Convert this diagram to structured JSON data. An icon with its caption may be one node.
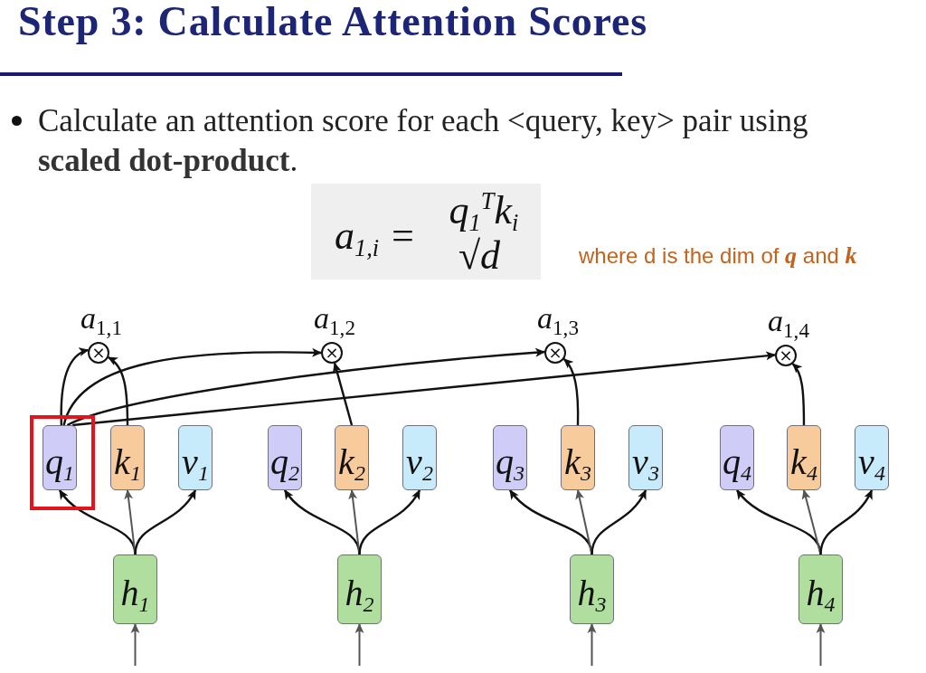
{
  "diagram": {
    "title": "Step 3: Calculate Attention Scores",
    "nodes": [
      {
        "text": [
          "a$_{1,i}$ =",
          "q$_{1}$$^{T}$k$_{i}$",
          "√d"
        ]
      },
      {
        "text": [
          "×"
        ],
        "beside": [
          "*a*$_{1,1}$"
        ]
      },
      {
        "text": [
          "×"
        ],
        "beside": [
          "*a*$_{1,2}$"
        ]
      },
      {
        "text": [
          "×"
        ],
        "beside": [
          "*a*$_{1,3}$"
        ]
      },
      {
        "text": [
          "×"
        ],
        "beside": [
          "*a*$_{1,4}$"
        ]
      },
      {
        "text": [],
        "shape": "box"
      },
      {
        "text": [
          "q$_{1}$"
        ],
        "in": 5
      },
      {
        "text": [
          "k$_{1}$"
        ]
      },
      {
        "text": [
          "v$_{1}$"
        ]
      },
      {
        "text": [
          "q$_{2}$"
        ]
      },
      {
        "text": [
          "k$_{2}$"
        ]
      },
      {
        "text": [
          "v$_{2}$"
        ]
      },
      {
        "text": [
          "q$_{3}$"
        ]
      },
      {
        "text": [
          "k$_{3}$"
        ]
      },
      {
        "text": [
          "v$_{3}$"
        ]
      },
      {
        "text": [
          "q$_{4}$"
        ]
      },
      {
        "text": [
          "k$_{4}$"
        ]
      },
      {
        "text": [
          "v$_{4}$"
        ]
      },
      {
        "text": [
          "h$_{1}$"
        ]
      },
      {
        "text": [
          "h$_{2}$"
        ]
      },
      {
        "text": [
          "h$_{3}$"
        ]
      },
      {
        "text": [
          "h$_{4}$"
        ]
      }
    ],
    "edges": [
      {
        "from": 6,
        "to": 1,
        "arrow": "to"
      },
      {
        "from": 7,
        "to": 1,
        "arrow": "to"
      },
      {
        "from": 6,
        "to": 2,
        "arrow": "to"
      },
      {
        "from": 10,
        "to": 2,
        "arrow": "to"
      },
      {
        "from": 6,
        "to": 3,
        "arrow": "to"
      },
      {
        "from": 13,
        "to": 3,
        "arrow": "to"
      },
      {
        "from": 6,
        "to": 4,
        "arrow": "to"
      },
      {
        "from": 16,
        "to": 4,
        "arrow": "to"
      },
      {
        "from": 18,
        "to": 6,
        "arrow": "to"
      },
      {
        "from": 18,
        "to": 7,
        "arrow": "to",
        "color": "#555555"
      },
      {
        "from": 18,
        "to": 8,
        "arrow": "to"
      },
      {
        "from": 19,
        "to": 9,
        "arrow": "to"
      },
      {
        "from": 19,
        "to": 10,
        "arrow": "to",
        "color": "#555555"
      },
      {
        "from": 19,
        "to": 11,
        "arrow": "to"
      },
      {
        "from": 20,
        "to": 12,
        "arrow": "to"
      },
      {
        "from": 20,
        "to": 13,
        "arrow": "to",
        "color": "#555555"
      },
      {
        "from": 20,
        "to": 14,
        "arrow": "to"
      },
      {
        "from": 21,
        "to": 15,
        "arrow": "to"
      },
      {
        "from": 21,
        "to": 16,
        "arrow": "to",
        "color": "#555555"
      },
      {
        "from": 21,
        "to": 17,
        "arrow": "to"
      },
      {
        "from": null,
        "to": 18,
        "arrow": "to",
        "color": "#555555"
      },
      {
        "from": null,
        "to": 19,
        "arrow": "to",
        "color": "#555555"
      },
      {
        "from": null,
        "to": 20,
        "arrow": "to",
        "color": "#555555"
      },
      {
        "from": null,
        "to": 21,
        "arrow": "to",
        "color": "#555555"
      }
    ],
    "labels": [
      "Calculate an attention score for each <query, key> pair using **scaled dot-product**.",
      "where d is the dim of **q** and **k**"
    ]
  }
}
